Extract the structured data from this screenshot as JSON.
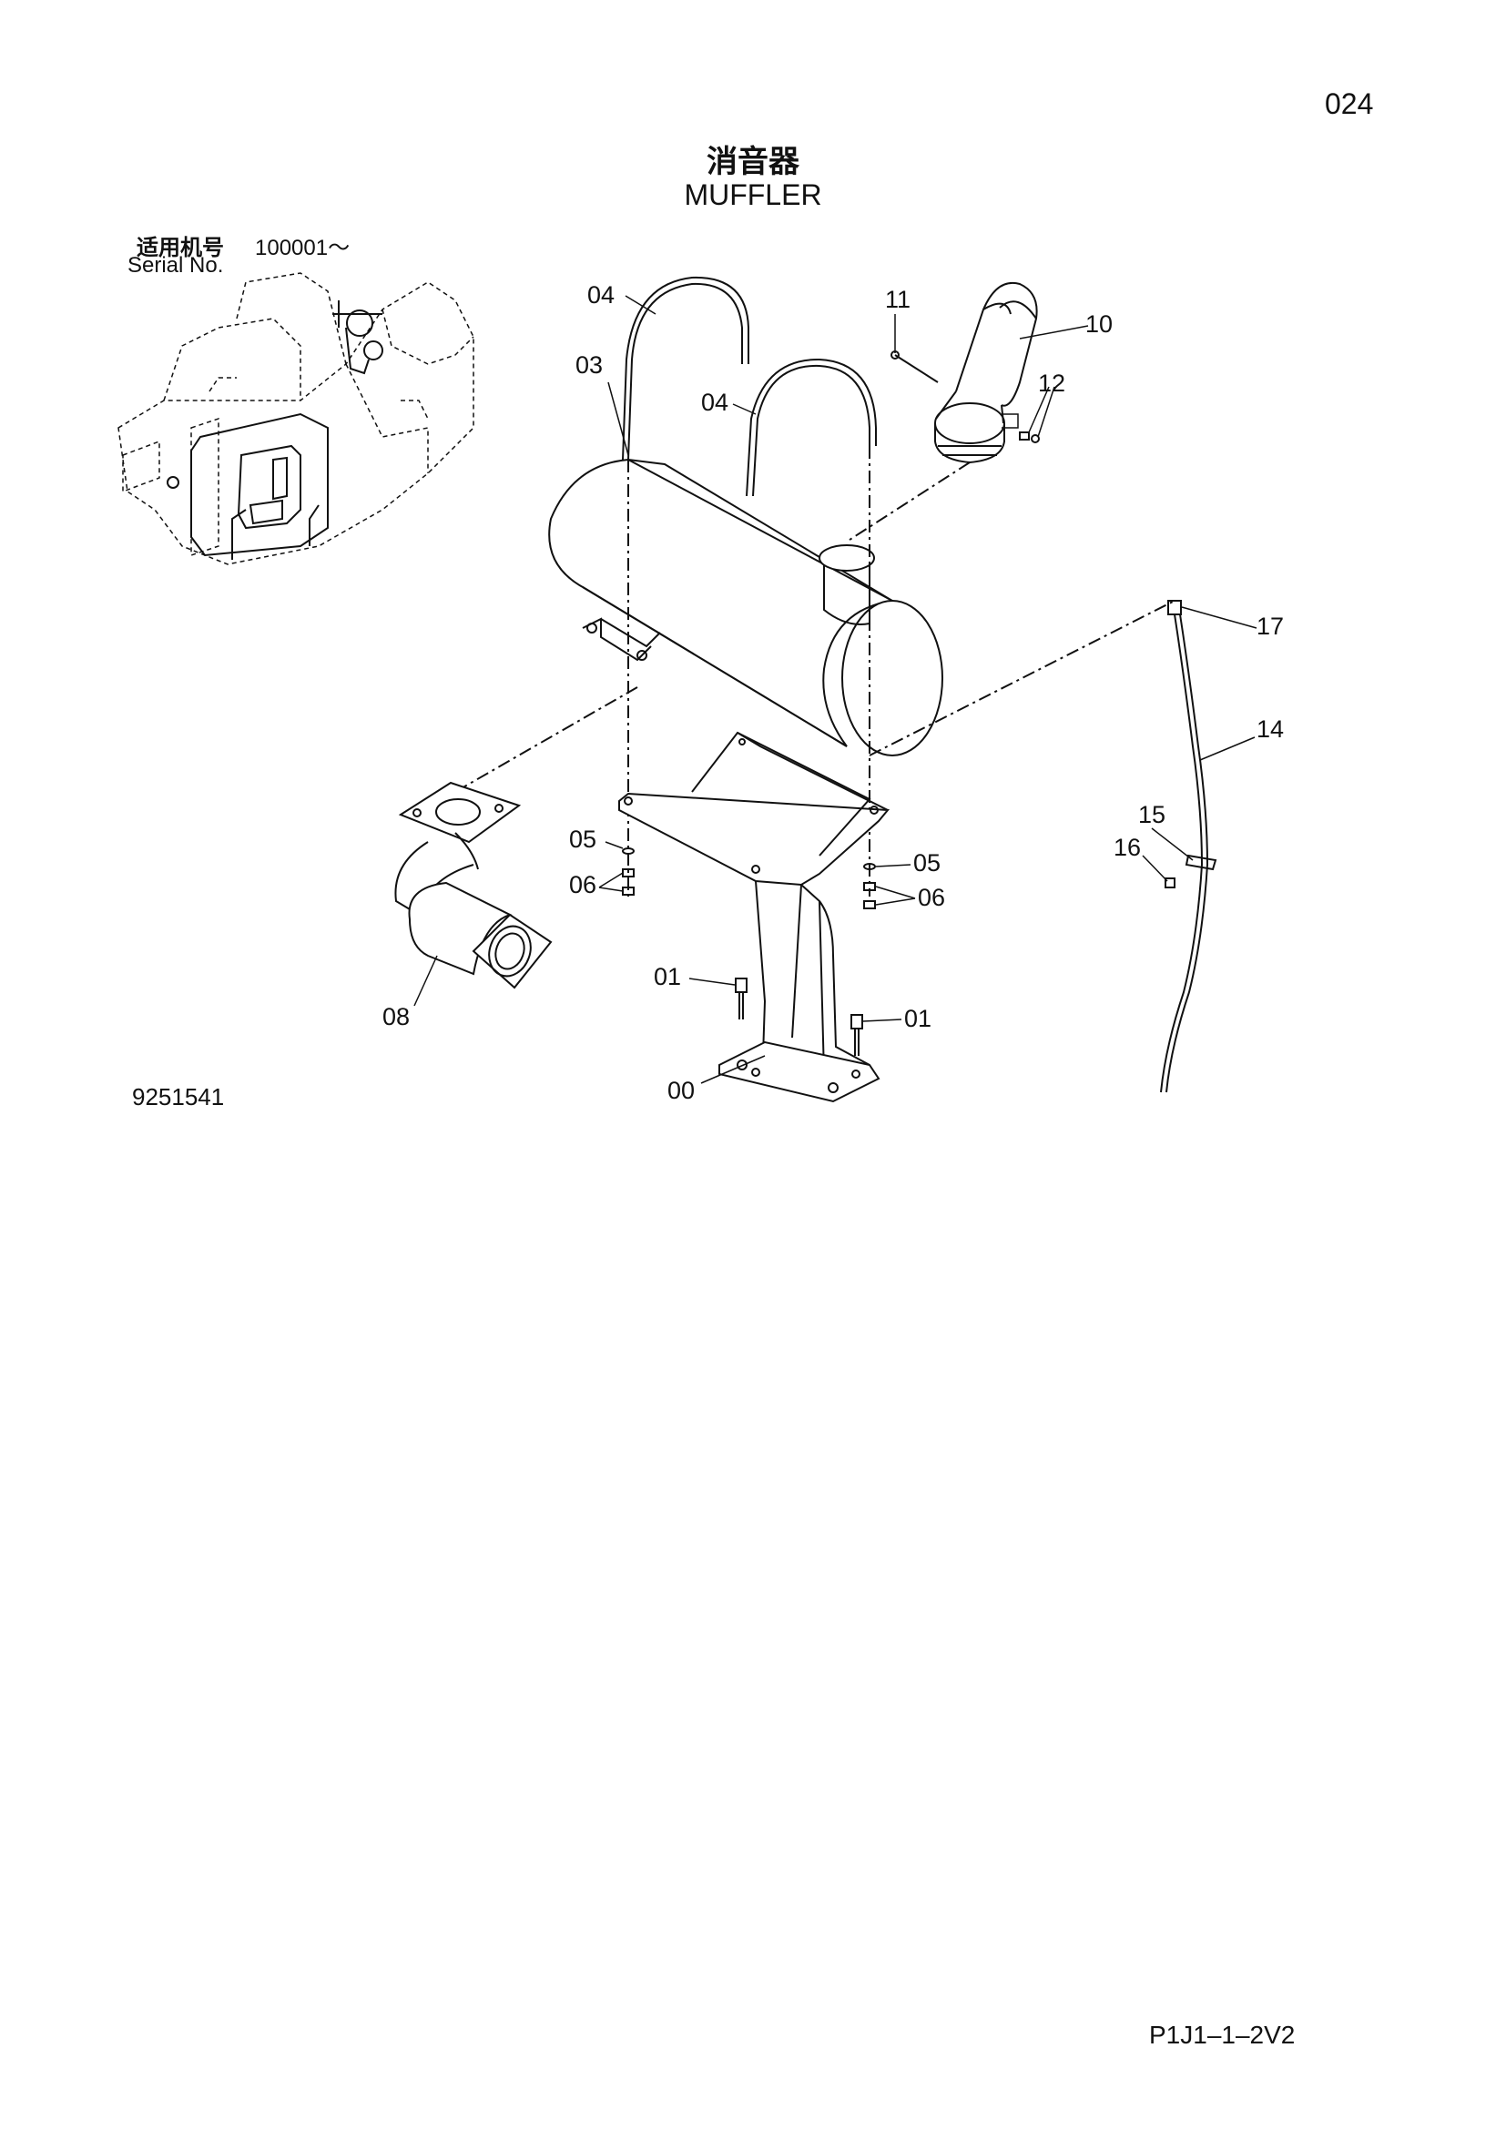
{
  "page_number": "024",
  "title_zh": "消音器",
  "title_en": "MUFFLER",
  "serial": {
    "label_zh": "适用机号",
    "value": "100001～",
    "label_en": "Serial No."
  },
  "callouts": {
    "c00": "00",
    "c01a": "01",
    "c01b": "01",
    "c03": "03",
    "c04a": "04",
    "c04b": "04",
    "c05a": "05",
    "c05b": "05",
    "c06a": "06",
    "c06b": "06",
    "c08": "08",
    "c10": "10",
    "c11": "11",
    "c12": "12",
    "c14": "14",
    "c15": "15",
    "c16": "16",
    "c17": "17"
  },
  "drawing_number": "9251541",
  "page_code": "P1J1–1–2V2"
}
